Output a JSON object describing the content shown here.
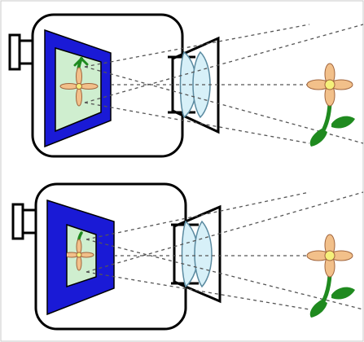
{
  "diagram": {
    "panels": [
      {
        "id": "top",
        "image_scale": "large"
      },
      {
        "id": "bottom",
        "image_scale": "small"
      }
    ],
    "colors": {
      "frame_border": "#c8c8c8",
      "camera_outline": "#000000",
      "sensor_frame": "#1a1ad6",
      "sensor_image_bg": "#cfeecf",
      "lens_fill": "#d7f0f8",
      "lens_stroke": "#5a8aa0",
      "ray": "#555555",
      "petal": "#f2c08a",
      "petal_stroke": "#a0643c",
      "flower_center": "#f4f07a",
      "stem": "#1f8a1f"
    },
    "icons": [
      "camera-body-icon",
      "film-reel-icon",
      "lens-icon",
      "flower-icon"
    ]
  }
}
